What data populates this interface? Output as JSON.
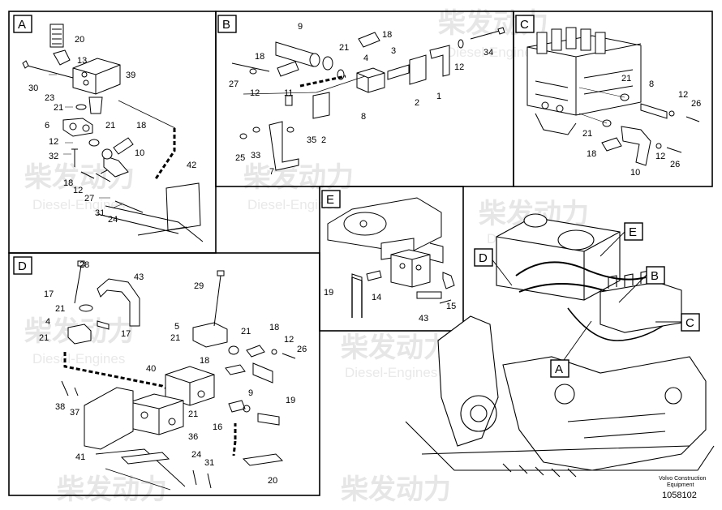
{
  "panels": [
    {
      "id": "A",
      "callouts": [
        "20",
        "13",
        "39",
        "30",
        "23",
        "21",
        "6",
        "21",
        "18",
        "12",
        "10",
        "32",
        "18",
        "12",
        "27",
        "31",
        "24",
        "42"
      ]
    },
    {
      "id": "B",
      "callouts": [
        "9",
        "21",
        "18",
        "18",
        "27",
        "12",
        "11",
        "3",
        "4",
        "12",
        "34",
        "2",
        "1",
        "8",
        "25",
        "33",
        "35",
        "2",
        "7"
      ]
    },
    {
      "id": "C",
      "callouts": [
        "21",
        "8",
        "12",
        "26",
        "21",
        "18",
        "12",
        "10",
        "26"
      ]
    },
    {
      "id": "D",
      "callouts": [
        "28",
        "43",
        "17",
        "21",
        "17",
        "4",
        "21",
        "29",
        "5",
        "21",
        "18",
        "21",
        "12",
        "26",
        "18",
        "40",
        "9",
        "19",
        "38",
        "37",
        "21",
        "16",
        "36",
        "41",
        "20",
        "24",
        "31"
      ]
    },
    {
      "id": "E",
      "callouts": [
        "19",
        "14",
        "43",
        "15"
      ]
    }
  ],
  "overview_markers": [
    "D",
    "E",
    "B",
    "C",
    "A"
  ],
  "caption": {
    "company": "Volvo Construction",
    "unit": "Equipment",
    "doc_number": "1058102"
  },
  "watermark": {
    "cn": "柴发动力",
    "en": "Diesel-Engines"
  }
}
